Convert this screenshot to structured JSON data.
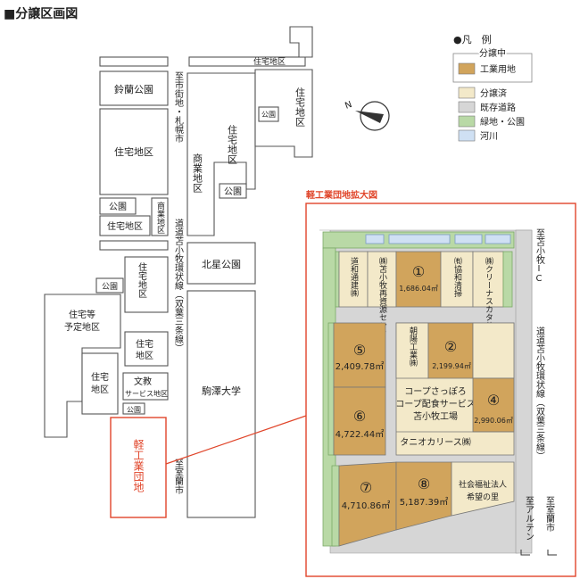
{
  "title": "■分譲区画図",
  "compass": {
    "label": "N"
  },
  "legend": {
    "heading": "●凡　例",
    "group_label": "分譲中",
    "items": [
      {
        "label": "工業用地",
        "color": "#d1a45c"
      },
      {
        "label": "分譲済",
        "color": "#f3e9c9"
      },
      {
        "label": "既存道路",
        "color": "#d6d6d6"
      },
      {
        "label": "緑地・公園",
        "color": "#b9d9a6"
      },
      {
        "label": "河川",
        "color": "#cfe0f3"
      }
    ]
  },
  "overview": {
    "areas": {
      "suzuran": "鈴蘭公園",
      "residential_1": "住宅地区",
      "park_1": "公園",
      "residential_2": "住宅地区",
      "commercial_1": "商業地区",
      "commercial_2": "商業地区",
      "residential_3": "住宅地区",
      "park_2": "公園",
      "residential_top": "住宅地区",
      "park_3": "公園",
      "residential_top2": "住宅地区",
      "hoshi_park": "北星公園",
      "park_4": "公園",
      "residential_4": "住宅地区",
      "planned": "住宅等予定地区",
      "residential_5": "住宅地区",
      "residential_6": "住宅地区",
      "bunkyo": "文教",
      "bunkyo_sub": "サービス地区",
      "park_5": "公園",
      "komazawa": "駒澤大学",
      "light_industrial": "軽工業団地"
    },
    "roads": {
      "to_city": "至市街地・札幌市",
      "ring_road": "道道苫小牧環状線（双葉三条線）",
      "to_muroran": "至室蘭市"
    }
  },
  "zoom": {
    "title": "軽工業団地拡大図",
    "lots": {
      "wadou_label": "道和通建㈱",
      "saishigen_label": "㈱苫小牧再資源センター",
      "lot1_num": "①",
      "lot1_area": "1,686.04㎡",
      "kyowa_label": "㈲協和清掃",
      "clean_label": "㈱クリーナスカタサダ",
      "asahi_label": "朝陽工業㈱",
      "lot2_num": "②",
      "lot2_area": "2,199.94㎡",
      "lot5_num": "⑤",
      "lot5_area": "2,409.78㎡",
      "coop1": "コープさっぽろ",
      "coop2": "コープ配食サービス",
      "coop3": "苫小牧工場",
      "lot4_num": "④",
      "lot4_area": "2,990.06㎡",
      "lot6_num": "⑥",
      "lot6_area": "4,722.44㎡",
      "taniokari": "タニオカリース㈱",
      "lot7_num": "⑦",
      "lot7_area": "4,710.86㎡",
      "lot8_num": "⑧",
      "lot8_area": "5,187.39㎡",
      "welfare1": "社会福祉法人",
      "welfare2": "希望の里"
    },
    "roads": {
      "to_ic": "至苫小牧IC",
      "ring_road": "道道苫小牧環状線（双葉三条線）",
      "to_alten": "至アルテン",
      "to_muroran": "至室蘭市"
    }
  }
}
